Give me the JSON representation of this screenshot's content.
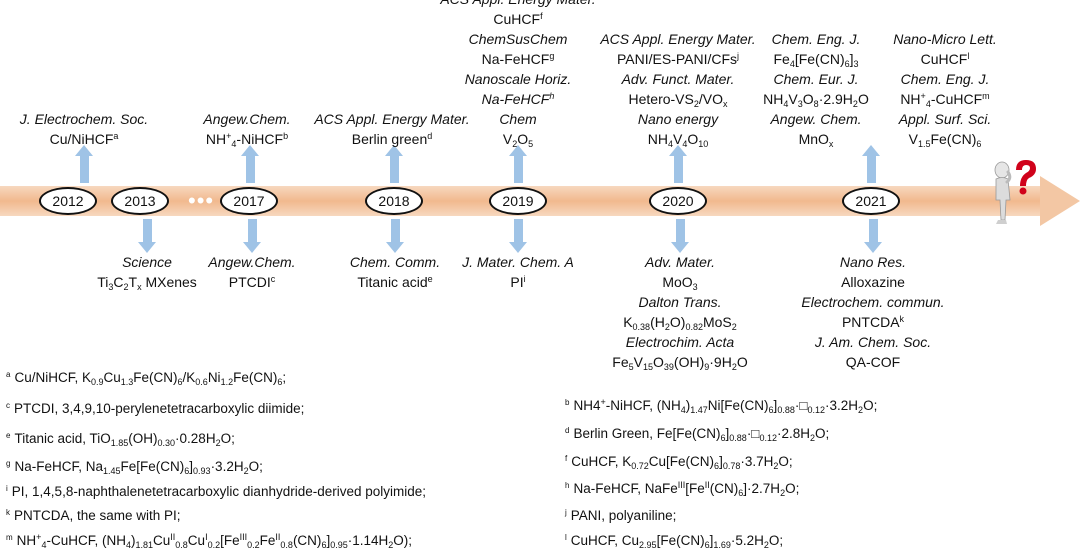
{
  "years": [
    "2012",
    "2013",
    "2017",
    "2018",
    "2019",
    "2020",
    "2021"
  ],
  "dots": "•••",
  "top_labels": [
    {
      "lines": [
        {
          "j": "J. Electrochem. Soc."
        },
        {
          "p": "Cu/NiHCF",
          "sup": "a"
        }
      ]
    },
    {
      "lines": [
        {
          "j": "Angew.Chem."
        },
        {
          "p": "NH",
          "sub": "4",
          "sup": "+",
          "p2": "-NiHCF",
          "sup2": "b"
        }
      ]
    },
    {
      "lines": [
        {
          "j": "ACS Appl. Energy Mater."
        },
        {
          "p": "Berlin green",
          "sup": "d"
        }
      ]
    },
    {
      "lines": [
        {
          "j": "ACS Appl. Energy Mater."
        },
        {
          "p": "CuHCF",
          "sup": "f"
        },
        {
          "j": "ChemSusChem"
        },
        {
          "p": "Na-FeHCF",
          "sup": "g"
        },
        {
          "j": "Nanoscale Horiz."
        },
        {
          "j": "Na-FeHCF",
          "sup": "h"
        },
        {
          "j": "Chem"
        },
        {
          "p": "V",
          "sub": "2",
          "p2": "O",
          "sub2": "5"
        }
      ]
    },
    {
      "lines": [
        {
          "j": "ACS Appl. Energy Mater."
        },
        {
          "p": "PANI/ES-PANI/CFs",
          "sup": "j"
        },
        {
          "j": "Adv. Funct. Mater."
        },
        {
          "p": "Hetero-VS",
          "sub": "2",
          "p2": "/VO",
          "sub2": "x"
        },
        {
          "j": "Nano energy"
        },
        {
          "p": "NH",
          "sub": "4",
          "p2": "V",
          "sub2": "4",
          "p3": "O",
          "sub3": "10"
        }
      ]
    },
    {
      "lines": [
        {
          "j": "Chem. Eng. J."
        },
        {
          "p": "Fe",
          "sub": "4",
          "p2": "[Fe(CN)",
          "sub2": "6",
          "p3": "]",
          "sub3": "3"
        },
        {
          "j": "Chem. Eur. J."
        },
        {
          "p": "NH",
          "sub": "4",
          "p2": "V",
          "sub2": "3",
          "p3": "O",
          "sub3": "8",
          "p4": "·2.9H",
          "sub4": "2",
          "p5": "O"
        },
        {
          "j": "Angew. Chem."
        },
        {
          "p": "MnO",
          "sub": "x"
        }
      ]
    },
    {
      "lines": [
        {
          "j": "Nano-Micro Lett."
        },
        {
          "p": "CuHCF",
          "sup": "l"
        },
        {
          "j": "Chem. Eng. J."
        },
        {
          "p": "NH",
          "sub": "4",
          "sup": "+",
          "p2": "-CuHCF",
          "sup2": "m"
        },
        {
          "j": "Appl. Surf. Sci."
        },
        {
          "p": "V",
          "sub": "1.5",
          "p2": "Fe(CN)",
          "sub2": "6"
        }
      ]
    }
  ],
  "bottom_labels": [
    {
      "lines": [
        {
          "j": "Science"
        },
        {
          "p": "Ti",
          "sub": "3",
          "p2": "C",
          "sub2": "2",
          "p3": "T",
          "sub3": "x",
          "p4": " MXenes"
        }
      ]
    },
    {
      "lines": [
        {
          "j": "Angew.Chem."
        },
        {
          "p": "PTCDI",
          "sup": "c"
        }
      ]
    },
    {
      "lines": [
        {
          "j": "Chem. Comm."
        },
        {
          "p": "Titanic acid",
          "sup": "e"
        }
      ]
    },
    {
      "lines": [
        {
          "j": "J. Mater. Chem. A"
        },
        {
          "p": "PI",
          "sup": "i"
        }
      ]
    },
    {
      "lines": [
        {
          "j": "Adv. Mater."
        },
        {
          "p": "MoO",
          "sub": "3"
        },
        {
          "j": "Dalton Trans."
        },
        {
          "p": "K",
          "sub": "0.38",
          "p2": "(H",
          "sub2": "2",
          "p3": "O)",
          "sub3": "0.82",
          "p4": "MoS",
          "sub4": "2"
        },
        {
          "j": "Electrochim. Acta"
        },
        {
          "p": "Fe",
          "sub": "5",
          "p2": "V",
          "sub2": "15",
          "p3": "O",
          "sub3": "39",
          "p4": "(OH)",
          "sub4": "9",
          "p5": "·9H",
          "sub5": "2",
          "p6": "O"
        }
      ]
    },
    {
      "lines": [
        {
          "j": "Nano Res."
        },
        {
          "p": "Alloxazine"
        },
        {
          "j": "Electrochem. commun."
        },
        {
          "p": "PNTCDA",
          "sup": "k"
        },
        {
          "j": "J. Am. Chem. Soc."
        },
        {
          "p": "QA-COF"
        }
      ]
    }
  ],
  "footnotes_left": [
    {
      "m": "a",
      "p": "Cu/NiHCF, K",
      "sub": "0.9",
      "p2": "Cu",
      "sub2": "1.3",
      "p3": "Fe(CN)",
      "sub3": "6",
      "p4": "/K",
      "sub4": "0.6",
      "p5": "Ni",
      "sub5": "1.2",
      "p6": "Fe(CN)",
      "sub6": "6",
      "p7": ";"
    },
    {
      "m": "c",
      "p": "PTCDI, 3,4,9,10-perylenetetracarboxylic diimide;"
    },
    {
      "m": "e",
      "p": "Titanic acid, TiO",
      "sub": "1.85",
      "p2": "(OH)",
      "sub2": "0.30",
      "p3": "·0.28H",
      "sub3": "2",
      "p4": "O;"
    },
    {
      "m": "g",
      "p": "Na-FeHCF, Na",
      "sub": "1.45",
      "p2": "Fe[Fe(CN)",
      "sub2": "6",
      "p3": "]",
      "sub3": "0.93",
      "p4": "·3.2H",
      "sub4": "2",
      "p5": "O;"
    },
    {
      "m": "i",
      "p": "PI, 1,4,5,8-naphthalenetetracarboxylic dianhydride-derived polyimide;"
    },
    {
      "m": "k",
      "p": "PNTCDA, the same with PI;"
    },
    {
      "m": "m",
      "p": "NH",
      "sub": "4",
      "sup": "+",
      "p2": "-CuHCF, (NH",
      "sub2": "4",
      "p3": ")",
      "sub3": "1.81",
      "p4": "Cu",
      "sup4": "II",
      "sub4": "0.8",
      "p5": "Cu",
      "sup5": "I",
      "sub5": "0.2",
      "p6": "[Fe",
      "sup6": "III",
      "sub6": "0.2",
      "p7": "Fe",
      "sup7": "II",
      "sub7": "0.8",
      "p8": "(CN)",
      "sub8": "6",
      "p9": "]",
      "sub9": "0.95",
      "p10": "·1.14H",
      "sub10": "2",
      "p11": "O);"
    }
  ],
  "footnotes_right": [
    {
      "m": "b",
      "p": "NH4",
      "sup": "+",
      "p2": "-NiHCF, (NH",
      "sub2": "4",
      "p3": ")",
      "sub3": "1.47",
      "p4": "Ni[Fe(CN)",
      "sub4": "6",
      "p5": "]",
      "sub5": "0.88",
      "p6": "·□",
      "sub6": "0.12",
      "p7": "·3.2H",
      "sub7": "2",
      "p8": "O;"
    },
    {
      "m": "d",
      "p": "Berlin Green, Fe[Fe(CN)",
      "sub": "6",
      "p2": "]",
      "sub2": "0.88",
      "p3": "·□",
      "sub3": "0.12",
      "p4": "·2.8H",
      "sub4": "2",
      "p5": "O;"
    },
    {
      "m": "f",
      "p": "CuHCF, K",
      "sub": "0.72",
      "p2": "Cu[Fe(CN)",
      "sub2": "6",
      "p3": "]",
      "sub3": "0.78",
      "p4": "·3.7H",
      "sub4": "2",
      "p5": "O;"
    },
    {
      "m": "h",
      "p": "Na-FeHCF, NaFe",
      "sup": "III",
      "p2": "[Fe",
      "sup2": "II",
      "p3": "(CN)",
      "sub3": "6",
      "p4": "]·2.7H",
      "sub4": "2",
      "p5": "O;"
    },
    {
      "m": "j",
      "p": "PANI, polyaniline;"
    },
    {
      "m": "l",
      "p": "CuHCF, Cu",
      "sub": "2.95",
      "p2": "[Fe(CN)",
      "sub2": "6",
      "p3": "]",
      "sub3": "1.69",
      "p4": "·5.2H",
      "sub4": "2",
      "p5": "O;"
    }
  ],
  "colors": {
    "band": "#f1b98e",
    "arrow": "#9fc3e6",
    "question": "#d0021b"
  },
  "icons": [
    "thinking-person-question-mark-icon"
  ]
}
